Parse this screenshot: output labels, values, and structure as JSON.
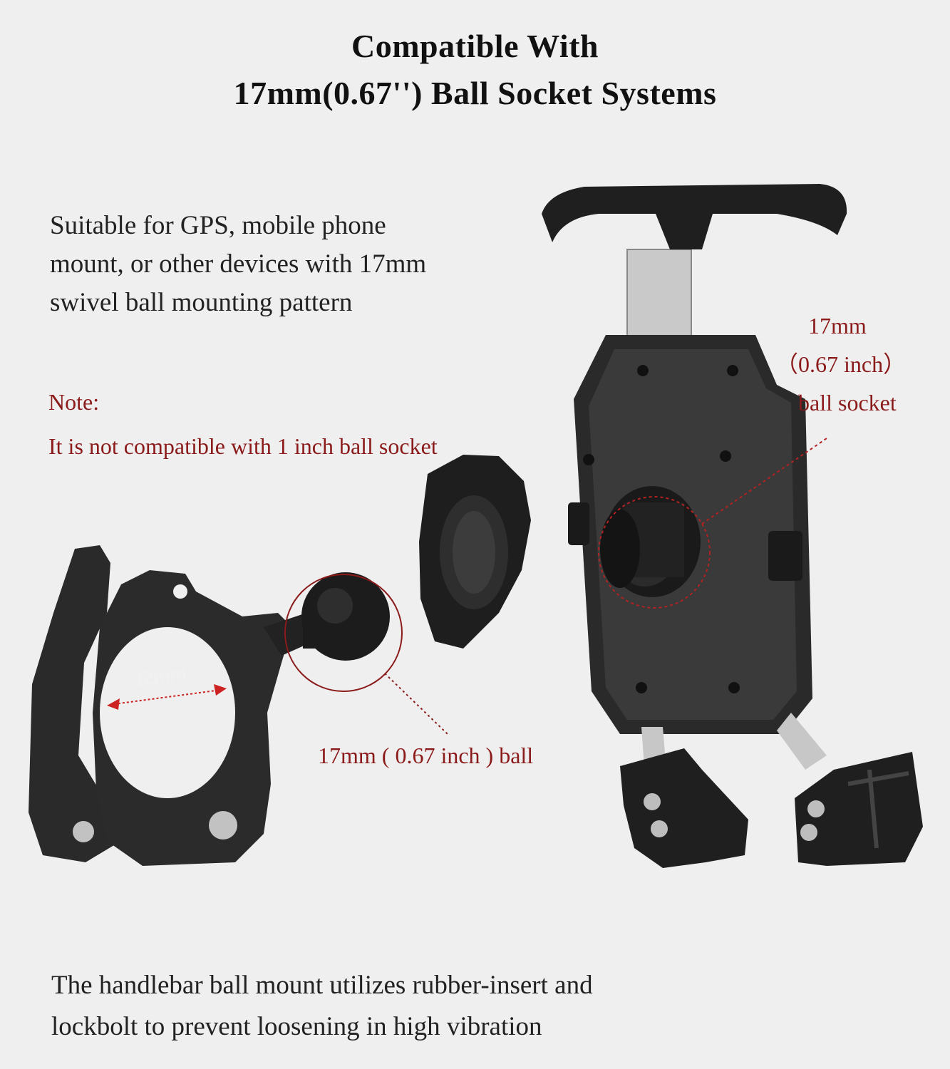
{
  "header": {
    "line1": "Compatible With",
    "line2": "17mm(0.67'') Ball Socket Systems"
  },
  "description": {
    "line1": "Suitable for GPS, mobile phone",
    "line2": "mount, or other devices with 17mm",
    "line3": "swivel ball mounting pattern"
  },
  "note": {
    "label": "Note:",
    "text": "It is not compatible with 1 inch ball socket"
  },
  "socket_callout": {
    "line1": "17mm",
    "line2": "（0.67 inch）",
    "line3": "ball socket"
  },
  "ball_callout": "17mm ( 0.67 inch ) ball",
  "clamp_dimension": "32mm",
  "footer": {
    "line1": "The handlebar ball mount utilizes rubber-insert and",
    "line2": "lockbolt to prevent loosening in high vibration"
  },
  "colors": {
    "background": "#efefef",
    "accent_red": "#8b1a1a",
    "product_black": "#1a1a1a"
  }
}
